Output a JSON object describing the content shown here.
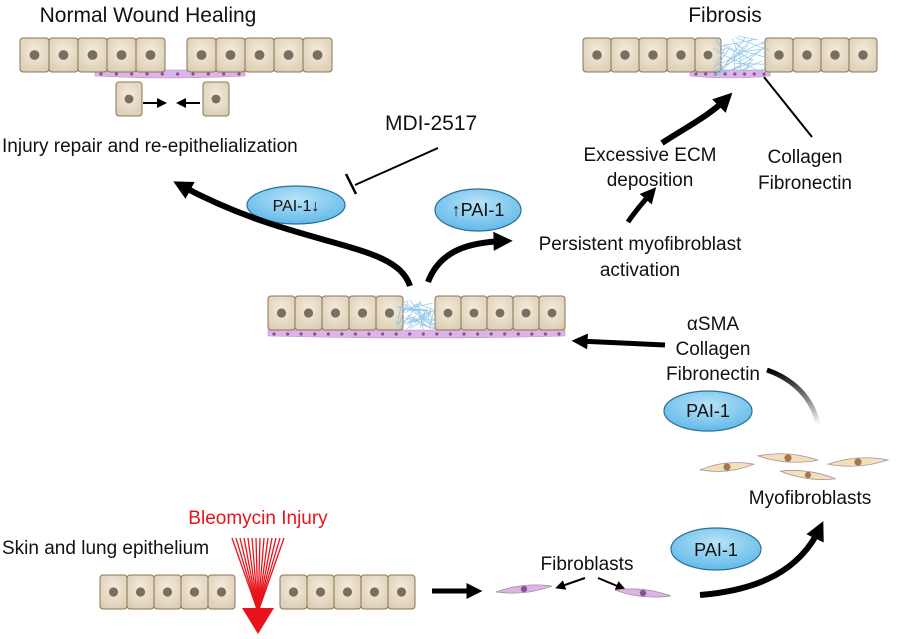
{
  "titles": {
    "normal": "Normal Wound Healing",
    "fibrosis": "Fibrosis"
  },
  "labels": {
    "injury_repair": "Injury repair and re-epithelialization",
    "inhibitor": "MDI-2517",
    "ecm_line1": "Excessive ECM",
    "ecm_line2": "deposition",
    "persistent_line1": "Persistent myofibroblast",
    "persistent_line2": "activation",
    "fibrosis_markers_line1": "Collagen",
    "fibrosis_markers_line2": "Fibronectin",
    "markers_line1": "αSMA",
    "markers_line2": "Collagen",
    "markers_line3": "Fibronectin",
    "myofibroblasts": "Myofibroblasts",
    "fibroblasts": "Fibroblasts",
    "injury": "Bleomycin Injury",
    "epithelium": "Skin and lung epithelium"
  },
  "pills": {
    "pai_down": "PAI-1↓",
    "pai_up": "↑PAI-1",
    "pai_mid": "PAI-1",
    "pai_low": "PAI-1"
  },
  "colors": {
    "injury_red": "#e8141b",
    "pill_fill": "#6ec3ee",
    "pill_stroke": "#2a6f96",
    "cell_fill": "#ece2cf",
    "cell_stroke": "#8a7355",
    "nucleus": "#7a6e5f",
    "fibroblast": "#dcb4e6",
    "myofibroblast": "#f4e0b8",
    "ecm_blue": "#8ec5ea"
  }
}
